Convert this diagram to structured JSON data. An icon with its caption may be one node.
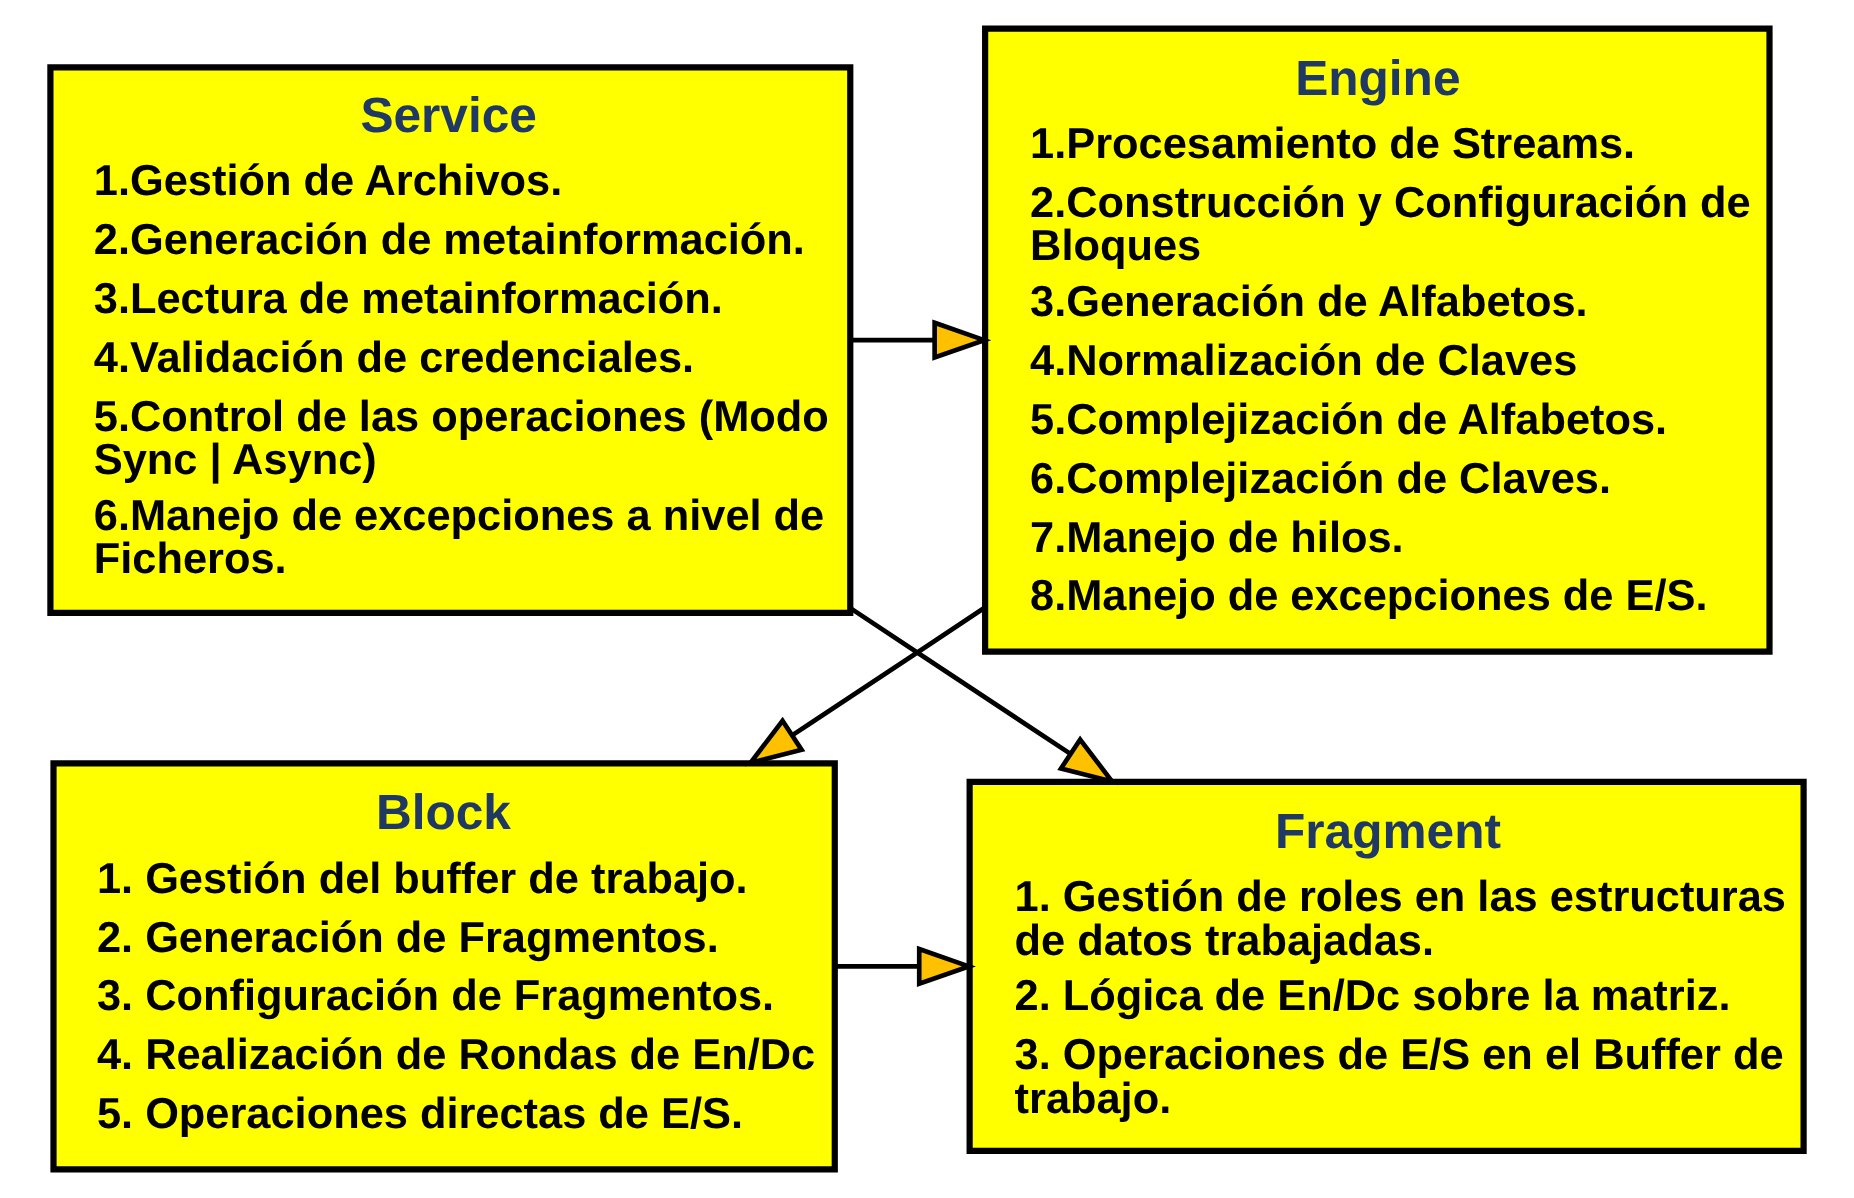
{
  "diagram": {
    "nodes": [
      {
        "text": [
          "Service",
          "1.Gestión de Archivos.",
          "2.Generación de metainformación.",
          "3.Lectura de metainformación.",
          "4.Validación de credenciales.",
          "5.Control de las operaciones (Modo Sync | Async)",
          "6.Manejo de excepciones a nivel de Ficheros."
        ]
      },
      {
        "text": [
          "Engine",
          "1.Procesamiento de Streams.",
          "2.Construcción y Configuración de Bloques",
          "3.Generación de Alfabetos.",
          "4.Normalización de Claves",
          "5.Complejización de Alfabetos.",
          "6.Complejización de Claves.",
          "7.Manejo de hilos.",
          "8.Manejo de excepciones de E/S."
        ]
      },
      {
        "text": [
          "Fragment",
          "1. Gestión de roles en las estructuras de datos trabajadas.",
          "2. Lógica de En/Dc sobre la matriz.",
          "3. Operaciones de E/S en el Buffer de trabajo."
        ]
      },
      {
        "text": [
          "Block",
          "1. Gestión del buffer de trabajo.",
          "2. Generación de Fragmentos.",
          "3. Configuración de Fragmentos.",
          "4. Realización de Rondas de En/Dc",
          "5. Operaciones directas de E/S."
        ]
      }
    ],
    "edges": [
      {
        "from": 0,
        "to": 1,
        "arrow": "to"
      },
      {
        "from": 0,
        "to": 2,
        "arrow": "to"
      },
      {
        "from": 1,
        "to": 3,
        "arrow": "to"
      },
      {
        "from": 3,
        "to": 2,
        "arrow": "to"
      }
    ]
  }
}
